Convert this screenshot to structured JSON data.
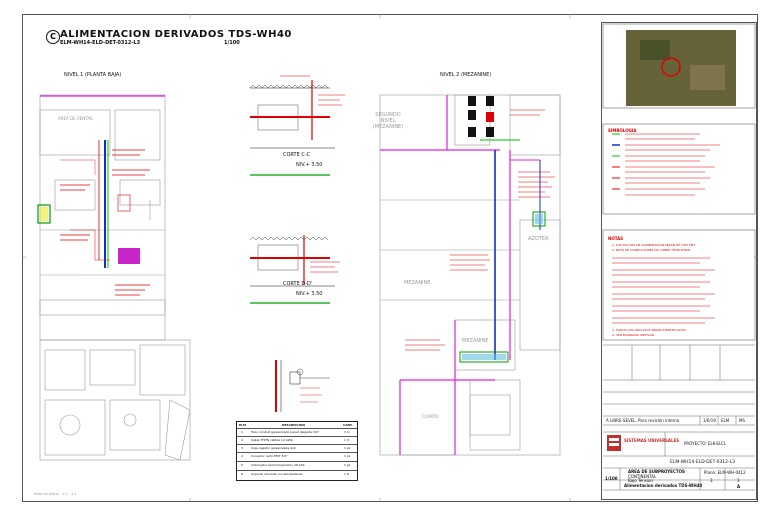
{
  "drawing": {
    "title": "ALIMENTACION DERIVADOS TDS-WH40",
    "rev_mark": "C",
    "subtitle": "ELM-WH14-ELD-DET-0312-L3",
    "scale_title": "1/100"
  },
  "views": {
    "level1": "NIVEL 1 (PLANTA BAJA)",
    "level2": "NIVEL 2 (MEZANINE)",
    "section_cc": "CORTE C-C",
    "section_cc_level": "NIV.+ 3.50",
    "section_dd": "CORTE D-D'",
    "section_dd_level": "NIV.+ 3.50"
  },
  "plan_labels": {
    "area_de_ventas": "AREA DE VENTAS",
    "segundo_nivel": "SEGUNDO NIVEL (MEZANINE)",
    "azotea": "AZOTEA",
    "mezanine1": "MEZANINE",
    "mezanine2": "MEZANINE",
    "cuarto": "CUARTO",
    "footer_note": "Nota de plano - 1:1 - 1:1"
  },
  "title_block": {
    "revision_row": "A   LIBRE-SEVEL. Para revisión interna",
    "rev_date": "1/6/19",
    "rev_by": "ELM",
    "rev_chk": "MS",
    "company": "SISTEMAS UNIVERSALES",
    "project_label": "PROYECTO: ELK-ELCL",
    "drawing_no": "ELM-WH14-ELD-DET-0312-L3",
    "area_label": "AREA DE SUBPROYECTOS",
    "area_sub": "CONTINENTAL",
    "area_sub2": "Bajo Tension",
    "scale": "1/100",
    "sheet_title": "Alimentacion derivados TDS-WH40",
    "plano_label": "Plano: ELM-WH-0412",
    "hoja": "3",
    "de": "3",
    "rev": "A"
  },
  "legend_title": "SIMBOLOGIA",
  "notes_title": "NOTAS",
  "notes": [
    "1. LOS DUCTOS DE ALIMENTACION SERAN DE TIPO EMT.",
    "2. NOTA DE CONDUCTORES DE COBRE THHN-THWN.",
    "3. TODOS LOS CIRCUITOS SERAN IDENTIFICADOS.",
    "4. VER DIAGRAMA UNIFILAR."
  ],
  "detail_table": {
    "header": [
      "ELM",
      "DESCRIPCION",
      "CANT."
    ],
    "rows": [
      [
        "1",
        "Tubo conduit galvanizado pared delgada 3/4\"",
        "3 m"
      ],
      [
        "2",
        "Cable THHN calibre 12 AWG",
        "1 lt"
      ],
      [
        "3",
        "Caja registro galvanizada 4x4",
        "1 pz"
      ],
      [
        "4",
        "Conector recto EMT 3/4\"",
        "1 pz"
      ],
      [
        "5",
        "Interruptor termomagnetico 2P-20A",
        "1 pz"
      ],
      [
        "6",
        "Soporte unicanal con abrazaderas",
        "1 lt"
      ]
    ]
  },
  "colors": {
    "conduit_blue": "#1030c0",
    "conduit_magenta": "#e020e0",
    "conduit_green": "#00c000",
    "annotation_red": "#e00000",
    "line_gray": "#9a9a9a"
  }
}
